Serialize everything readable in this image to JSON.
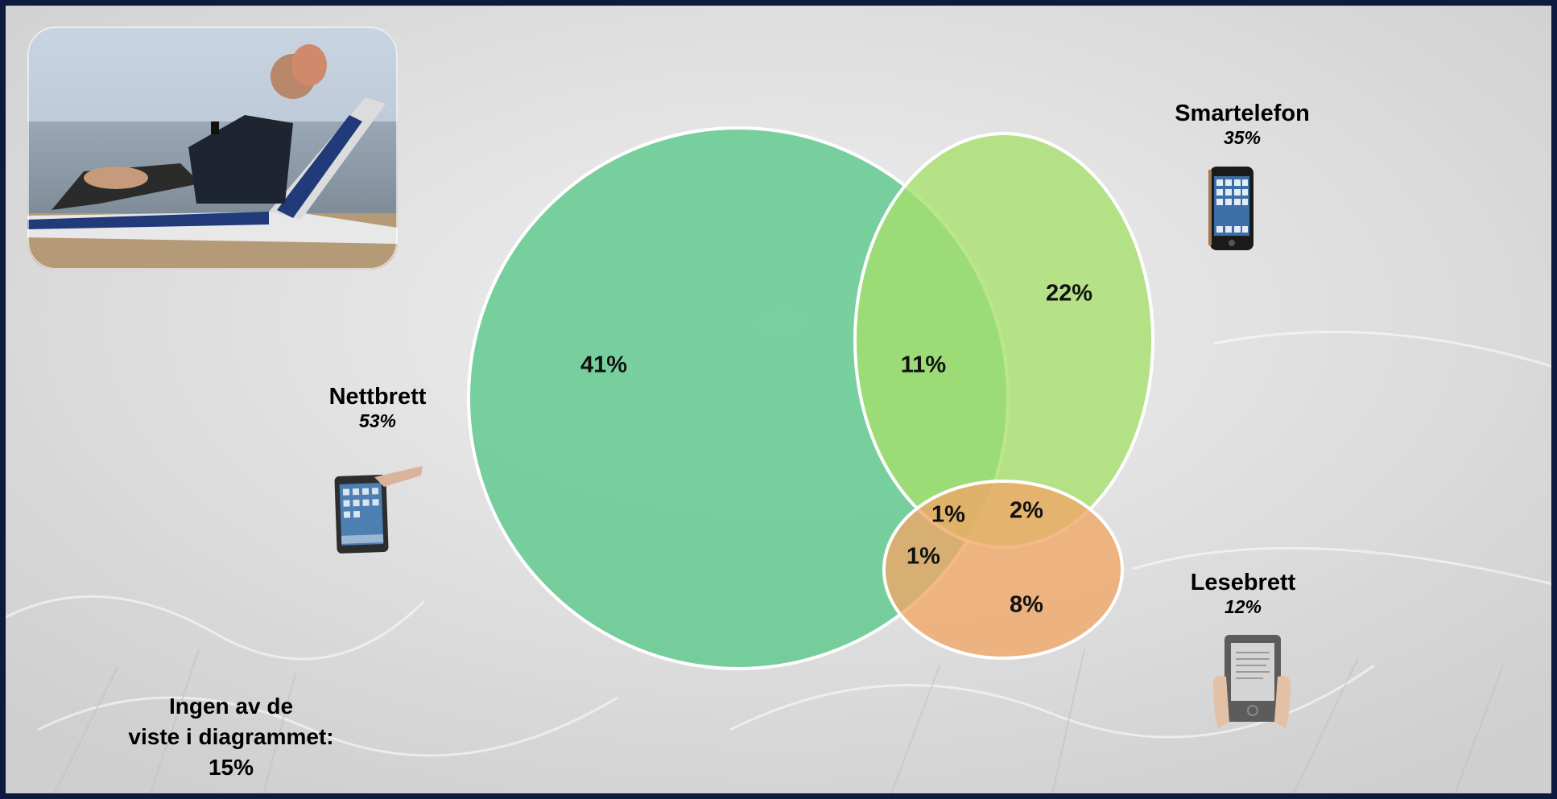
{
  "venn": {
    "sets": [
      {
        "id": "nettbrett",
        "name": "Nettbrett",
        "total": "53%",
        "color": "#5fc98e",
        "icon": "tablet-icon"
      },
      {
        "id": "smartelefon",
        "name": "Smartelefon",
        "total": "35%",
        "color": "#a6df6b",
        "icon": "smartphone-icon"
      },
      {
        "id": "lesebrett",
        "name": "Lesebrett",
        "total": "12%",
        "color": "#f0a868",
        "icon": "ereader-icon"
      }
    ],
    "regions": {
      "nettbrett_only": "41%",
      "nettbrett_smartelefon": "11%",
      "smartelefon_only": "22%",
      "all_three": "1%",
      "smartelefon_lesebrett": "2%",
      "nettbrett_lesebrett": "1%",
      "lesebrett_only": "8%"
    }
  },
  "note": {
    "line1": "Ingen av de",
    "line2": "viste i diagrammet:",
    "line3": "15%"
  },
  "photo": {
    "icon": "beach-photo"
  },
  "colors": {
    "frame": "#0d1b3e",
    "background": "#e6e6e6"
  }
}
